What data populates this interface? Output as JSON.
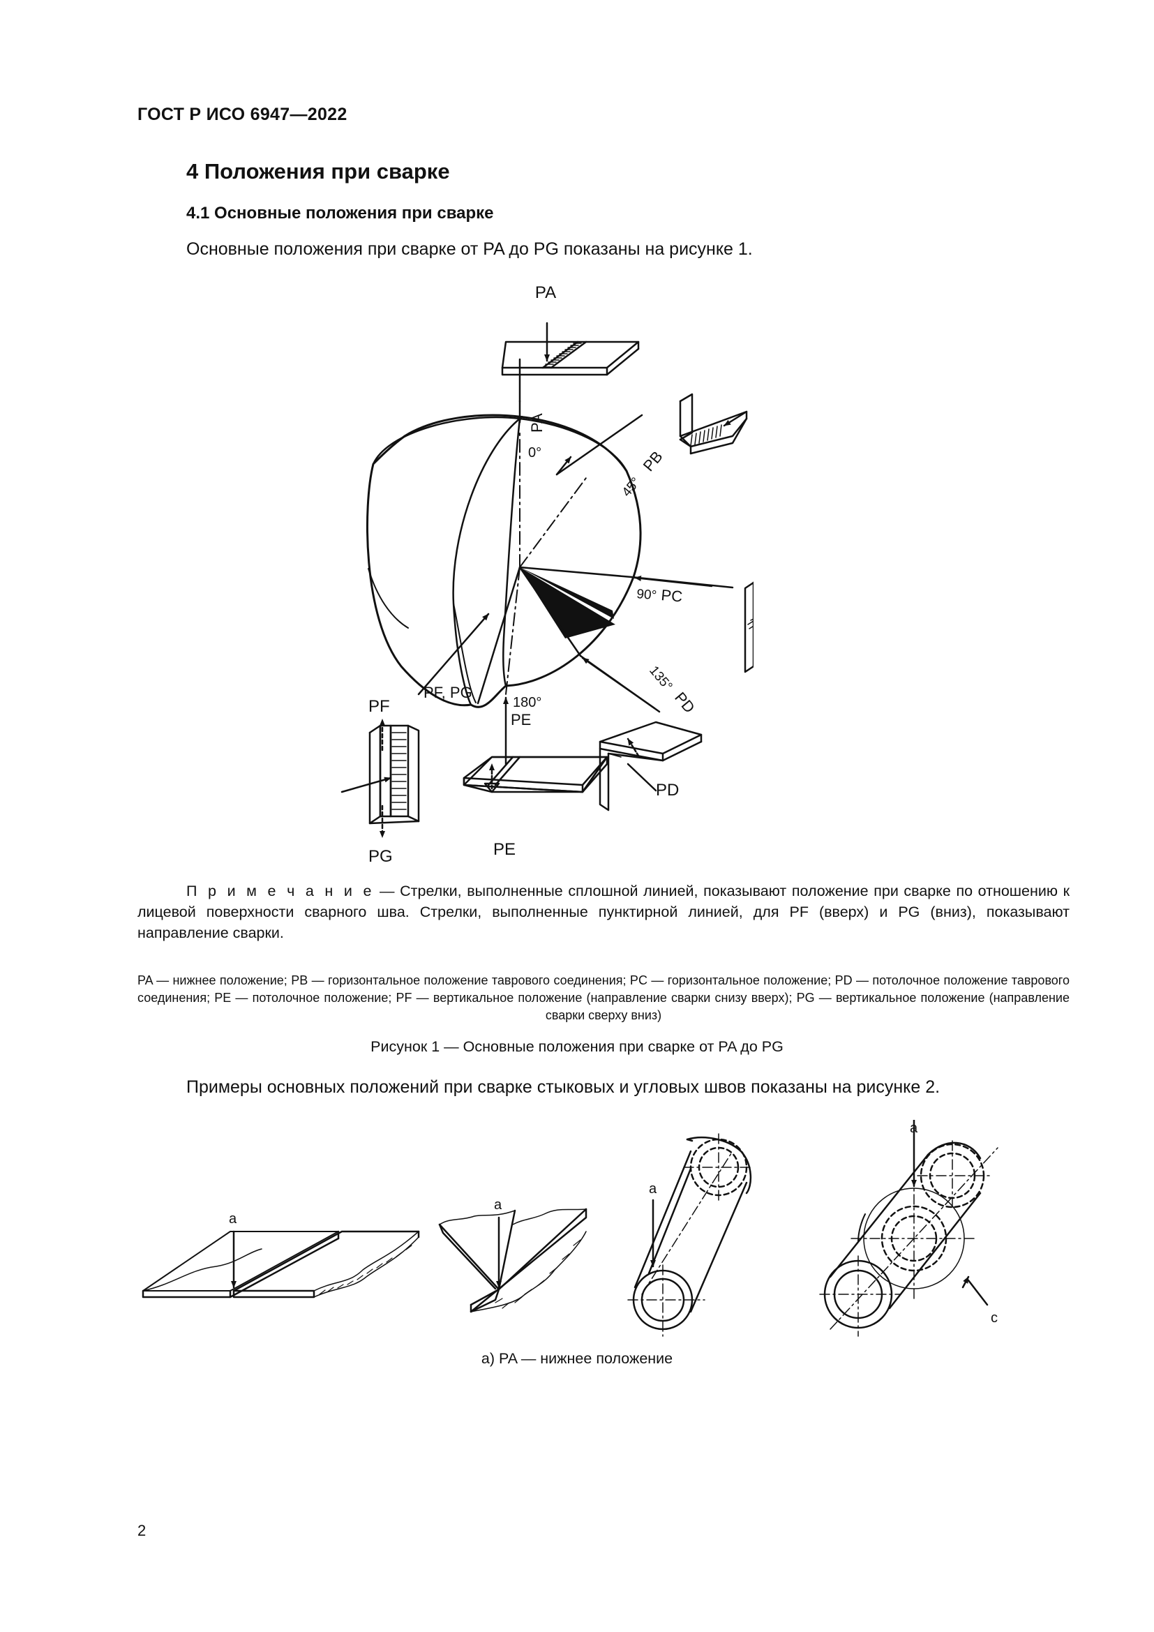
{
  "document": {
    "header": "ГОСТ Р ИСО 6947—2022",
    "section_title": "4  Положения при сварке",
    "subsection_title": "4.1  Основные положения при сварке",
    "intro_text": "Основные положения при сварке от PA до PG показаны на рисунке 1.",
    "note": {
      "label": "П р и м е ч а н и е",
      "text": " — Стрелки, выполненные сплошной линией, показывают положение при сварке по отношению к лицевой поверхности сварного шва. Стрелки, выполненные пунктирной линией, для PF (вверх) и PG (вниз), показывают направление сварки."
    },
    "legend": "PA — нижнее положение; PB — горизонтальное положение таврового соединения; PC — горизонтальное положение; PD — потолочное положение таврового соединения; PE — потолочное положение; PF — вертикальное положение (направление сварки снизу вверх); PG — вертикальное положение (направление сварки сверху вниз)",
    "figure1_caption": "Рисунок 1 — Основные положения при сварке от PA до PG",
    "intro_text_2": "Примеры основных положений при сварке стыковых и угловых швов показаны на рисунке 2.",
    "figure2_caption": "а)  PA — нижнее положение",
    "page_number": "2"
  },
  "figure1": {
    "labels": {
      "pa_top": "PA",
      "pa_axis": "PA",
      "pb": "PB",
      "pb_side": "PB",
      "pc": "PC",
      "pc_side": "PC",
      "pd": "PD",
      "pe_axis": "PE",
      "pe_bottom": "PE",
      "pf_pg": "PF, PG",
      "pf": "PF",
      "pg": "PG",
      "pd_side": "PD"
    },
    "angles": {
      "a0": "0°",
      "a45": "45°",
      "a90": "90°",
      "a135": "135°",
      "a180": "180°"
    }
  },
  "figure2": {
    "labels": {
      "a1": "a",
      "a2": "a",
      "a3": "a",
      "a4": "a",
      "c": "c"
    }
  }
}
